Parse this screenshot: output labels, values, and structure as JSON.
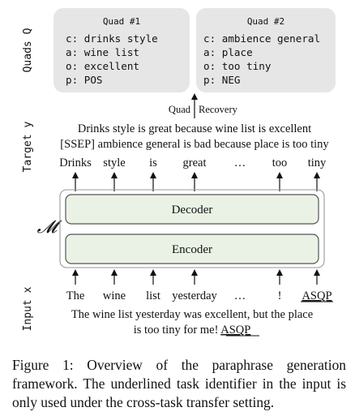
{
  "side_labels": {
    "quads": "Quads Q",
    "target": "Target y",
    "model": "𝓜",
    "input": "Input x"
  },
  "quads": [
    {
      "title": "Quad #1",
      "lines": [
        "c: drinks style",
        "a: wine list",
        "o: excellent",
        "p: POS"
      ]
    },
    {
      "title": "Quad #2",
      "lines": [
        "c: ambience general",
        "a: place",
        "o: too tiny",
        "p: NEG"
      ]
    }
  ],
  "quad_recovery": {
    "left": "Quad",
    "right": "Recovery"
  },
  "target_sentence": {
    "line1": "Drinks style is great because wine list is excellent",
    "line2": "[SSEP] ambience general is bad because place is too tiny"
  },
  "output_tokens": [
    "Drinks",
    "style",
    "is",
    "great",
    "…",
    "too",
    "tiny"
  ],
  "decoder_label": "Decoder",
  "encoder_label": "Encoder",
  "input_tokens": [
    "The",
    "wine",
    "list",
    "yesterday",
    "…",
    "!",
    "ASQP"
  ],
  "input_sentence": {
    "line1": "The wine list yesterday was excellent, but the place",
    "line2_text": "is too tiny for me!",
    "line2_id": "ASQP"
  },
  "caption": "Figure 1: Overview of the paraphrase generation framework. The underlined task identifier in the input is only used under the cross-task transfer setting.",
  "colors": {
    "quad_box": "#e6e6e6",
    "module_fill": "#eaf2e6",
    "module_stroke": "#555555",
    "outer_frame": "#999999"
  }
}
